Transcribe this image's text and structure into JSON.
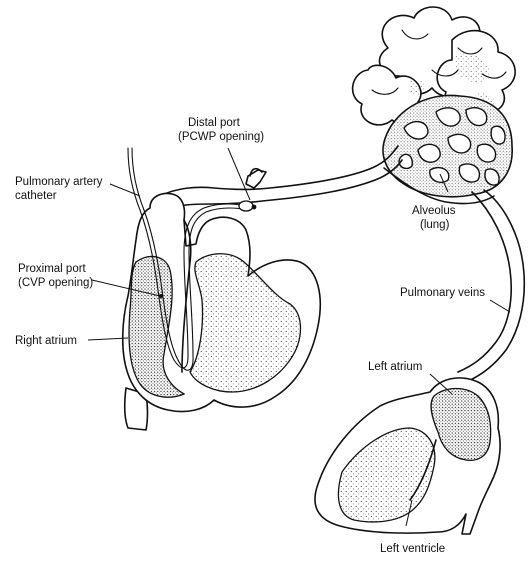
{
  "labels": {
    "pa_catheter_line1": "Pulmonary artery",
    "pa_catheter_line2": "catheter",
    "distal_port_line1": "Distal port",
    "distal_port_line2": "(PCWP opening)",
    "proximal_port_line1": "Proximal port",
    "proximal_port_line2": "(CVP opening)",
    "right_atrium": "Right atrium",
    "alveolus_line1": "Alveolus",
    "alveolus_line2": "(lung)",
    "pulmonary_veins": "Pulmonary veins",
    "left_atrium": "Left atrium",
    "left_ventricle": "Left ventricle"
  }
}
